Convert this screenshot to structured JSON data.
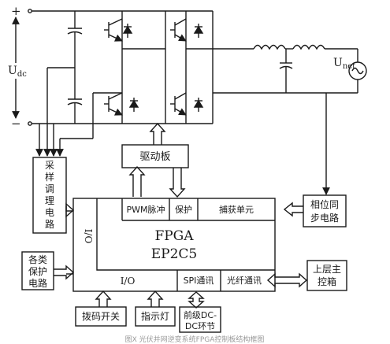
{
  "dc_bus": {
    "plus": "+",
    "minus": "−",
    "label_main": "U",
    "label_sub": "dc"
  },
  "grid": {
    "label_main": "U",
    "label_sub": "net"
  },
  "blocks": {
    "driver": "驱动板",
    "sampling": [
      "采",
      "样",
      "调",
      "理",
      "电",
      "路"
    ],
    "pwm": "PWM脉冲",
    "protect": "保护",
    "capture": "捕获单元",
    "io_left": "I/O",
    "fpga_line1": "FPGA",
    "fpga_line2": "EP2C5",
    "io_bottom": "I/O",
    "spi": "SPI通讯",
    "fiber": "光纤通讯",
    "phase_sync": [
      "相位同",
      "步电路"
    ],
    "upper_ctrl": [
      "上层主",
      "控箱"
    ],
    "protection_circuits": [
      "各类",
      "保护",
      "电路"
    ],
    "dip_switch": "拨码开关",
    "indicator": "指示灯",
    "dcdc": [
      "前级DC-",
      "DC环节"
    ]
  },
  "caption": "图X 光伏并网逆变系统FPGA控制板结构框图",
  "colors": {
    "ink": "#1a1a1a",
    "background": "#ffffff"
  }
}
